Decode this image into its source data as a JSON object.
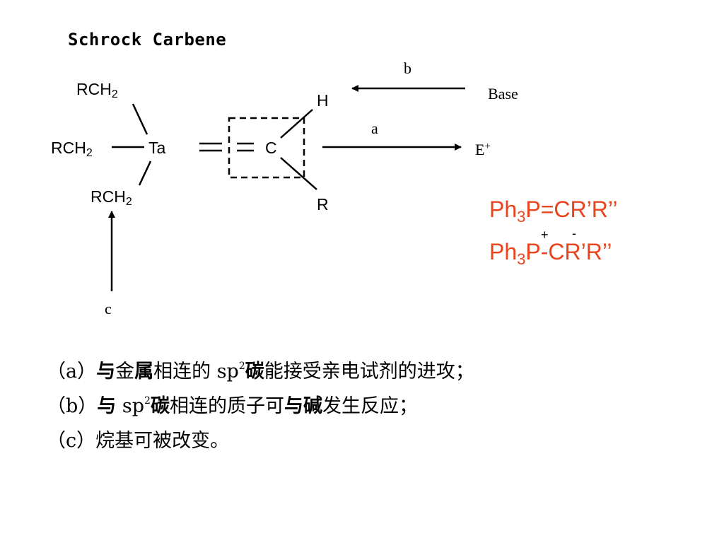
{
  "title": "Schrock Carbene",
  "structure": {
    "rch2": "RCH",
    "sub2": "2",
    "metal": "Ta",
    "carbon": "C",
    "h": "H",
    "r": "R"
  },
  "arrows": {
    "a": "a",
    "b": "b",
    "c": "c",
    "base": "Base",
    "electrophile": "E",
    "electrophile_charge": "+"
  },
  "ylide": {
    "ph": "Ph",
    "sub3": "3",
    "line1_rest": "P=CR’R’’",
    "line2_p": "P",
    "line2_rest": "-CR’R’’",
    "plus": "+",
    "minus": "-",
    "color": "#e8451f"
  },
  "notes": {
    "a": {
      "prefix": "（a）",
      "bold1": "与",
      "mid1": "金",
      "bold2": "属",
      "mid2": "相连的 sp",
      "sup": "2",
      "bold3": "碳",
      "rest": "能接受亲电试剂的进攻；"
    },
    "b": {
      "prefix": "（b）",
      "bold1": "与",
      "mid1": " sp",
      "sup": "2",
      "bold2": "碳",
      "mid2": "相连的质子可",
      "bold3": "与碱",
      "rest": "发生反应；"
    },
    "c": {
      "prefix": "（c）",
      "text": "烷基可被改变。"
    }
  }
}
